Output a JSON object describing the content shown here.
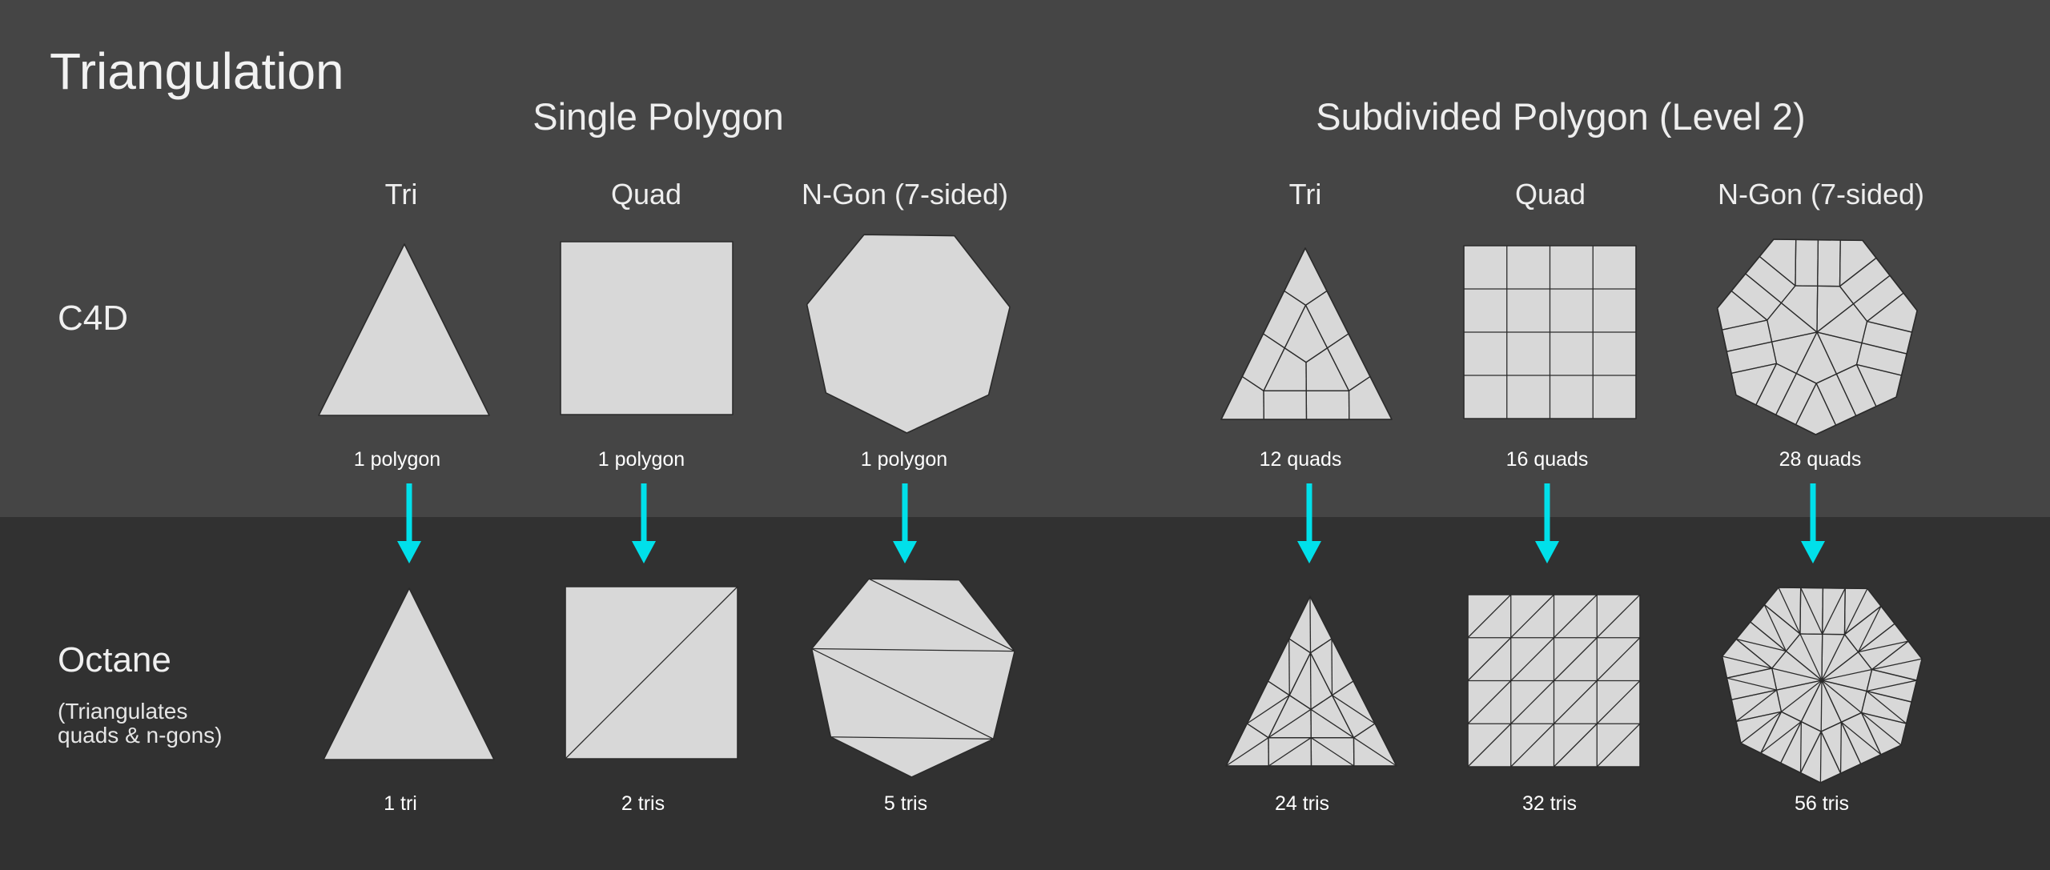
{
  "title": "Triangulation",
  "sections": {
    "single": "Single Polygon",
    "subdivided": "Subdivided Polygon (Level 2)"
  },
  "columns": {
    "tri": "Tri",
    "quad": "Quad",
    "ngon": "N-Gon (7-sided)"
  },
  "rows": {
    "c4d": "C4D",
    "octane": "Octane",
    "octane_note_line1": "(Triangulates",
    "octane_note_line2": "quads & n-gons)"
  },
  "captions": {
    "c4d_single": [
      "1 polygon",
      "1 polygon",
      "1 polygon"
    ],
    "c4d_subdivided": [
      "12 quads",
      "16 quads",
      "28 quads"
    ],
    "octane_single": [
      "1 tri",
      "2 tris",
      "5 tris"
    ],
    "octane_subdivided": [
      "24 tris",
      "32 tris",
      "56 tris"
    ]
  },
  "colors": {
    "shape_fill": "#d8d8d8",
    "edge": "#2b2b2b",
    "arrow": "#00e0ea",
    "top_band": "#454545",
    "bottom_band": "#313131"
  }
}
